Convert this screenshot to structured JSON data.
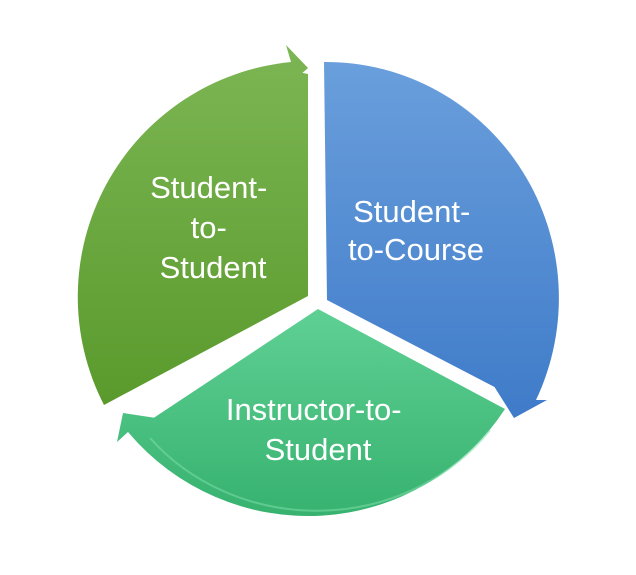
{
  "diagram": {
    "segments": [
      {
        "id": "student-to-course",
        "lines": [
          "Student-",
          "to-Course"
        ],
        "color": "#4a86d0"
      },
      {
        "id": "instructor-to-student",
        "lines": [
          "Instructor-to-",
          "Student"
        ],
        "color": "#4cc07f"
      },
      {
        "id": "student-to-student",
        "lines": [
          "Student-",
          "to-",
          "Student"
        ],
        "color": "#6aa63c"
      }
    ]
  }
}
